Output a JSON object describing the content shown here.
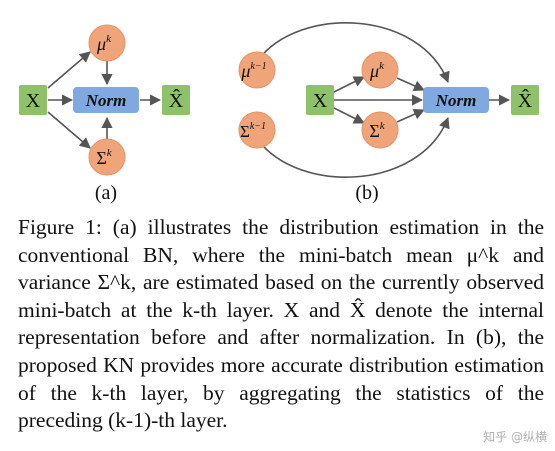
{
  "figure": {
    "panel_a": {
      "sublabel": "(a)",
      "input": "X",
      "mean": "μ",
      "mean_sup": "k",
      "var": "Σ",
      "var_sup": "k",
      "norm": "Norm",
      "output": "X̂"
    },
    "panel_b": {
      "sublabel": "(b)",
      "input": "X",
      "prev_mean": "μ",
      "prev_mean_sup": "k−1",
      "prev_var": "Σ",
      "prev_var_sup": "k−1",
      "mean": "μ",
      "mean_sup": "k",
      "var": "Σ",
      "var_sup": "k",
      "norm": "Norm",
      "output": "X̂"
    },
    "colors": {
      "input_fill": "#8fc16b",
      "norm_fill": "#7fa9e0",
      "stat_fill": "#f0a47a",
      "stat_stroke": "#e79265",
      "arrow": "#555555"
    }
  },
  "caption": {
    "label": "Figure 1:",
    "text": "(a) illustrates the distribution estimation in the conventional BN, where the mini-batch mean μ^k and variance Σ^k, are estimated based on the currently observed mini-batch at the k-th layer. X and X̂ denote the internal representation before and after normalization. In (b), the proposed KN provides more accurate distribution estimation of the k-th layer, by aggregating the statistics of the preceding (k-1)-th layer."
  },
  "watermark": "知乎 @纵横"
}
